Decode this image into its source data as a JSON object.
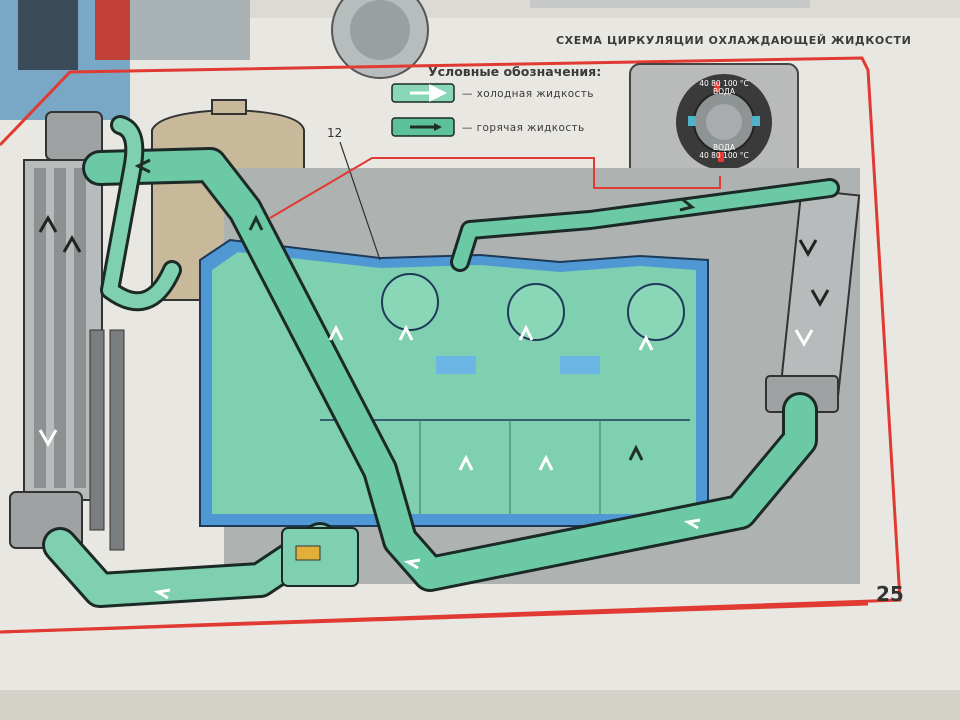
{
  "title": "СХЕМА ЦИРКУЛЯЦИИ ОХЛАЖДАЮЩЕЙ ЖИДКОСТИ",
  "legend": {
    "title": "Условные обозначения:",
    "items": [
      {
        "label": "— холодная жидкость",
        "color": "#8ad7b8",
        "arrow": "#ffffff"
      },
      {
        "label": "— горячая жидкость",
        "color": "#5cc09b",
        "arrow": "#1e2f2a"
      }
    ]
  },
  "callout_number": "12",
  "page_number": "25",
  "gauge": {
    "top_label_1": "ВОДА",
    "top_label_2": "40 80 100 °С",
    "bottom_label_1": "ВОДА",
    "bottom_label_2": "40 80 100 °С"
  },
  "colors": {
    "coolant_cold": "#8ad7b8",
    "coolant_hot": "#5cc09b",
    "frame_red": "#e03a32",
    "block_blue": "#4f98d4",
    "radiator_grey": "#9ea2a2",
    "paper": "#e9e7e1"
  }
}
